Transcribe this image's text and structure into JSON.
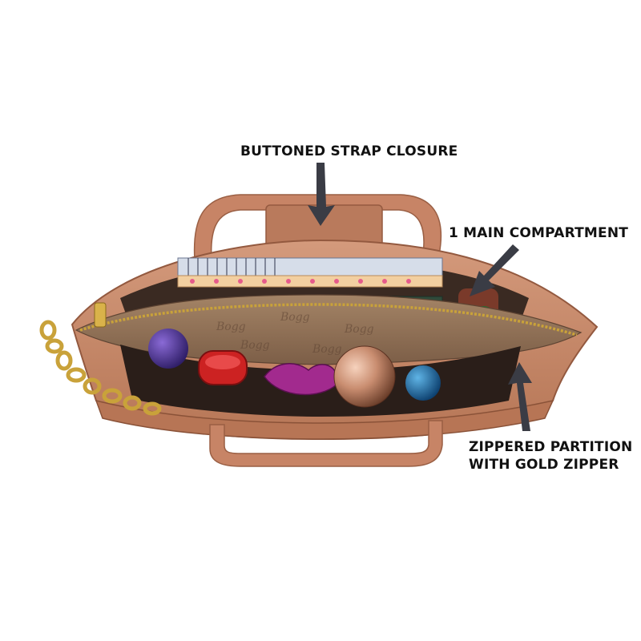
{
  "callouts": {
    "strap_closure": "BUTTONED STRAP CLOSURE",
    "main_compartment": "1 MAIN COMPARTMENT",
    "zippered_partition_line1": "ZIPPERED PARTITION",
    "zippered_partition_line2": "WITH GOLD ZIPPER"
  },
  "lining_logo_text": "Bogg",
  "colors": {
    "leather": "#c88a6b",
    "leather_dark": "#a86a4d",
    "lining": "#8a6b52",
    "gold_zipper": "#c9a23a",
    "arrow": "#3a3c45",
    "text": "#111111"
  }
}
